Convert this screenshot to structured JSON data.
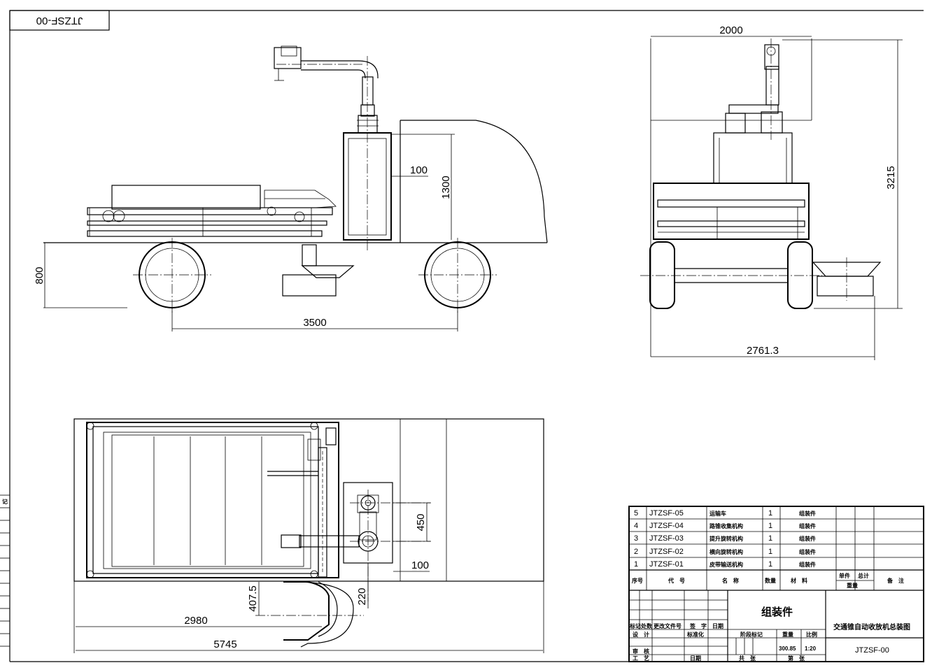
{
  "drawing": {
    "code_stamp": "JTZSF-00",
    "left_stub_label": "记"
  },
  "dimensions": {
    "front_offset": "100",
    "front_height": "1300",
    "front_axle_height": "800",
    "front_wheelbase": "3500",
    "side_width": "2000",
    "side_height": "3215",
    "side_overall_width": "2761.3",
    "top_offset_y": "450",
    "top_offset_x": "100",
    "top_gap": "220",
    "top_radius": "407.5",
    "top_length_a": "2980",
    "top_length_total": "5745"
  },
  "bom": {
    "rows": [
      {
        "no": "5",
        "code": "JTZSF-05",
        "name": "运输车",
        "qty": "1",
        "material": "组装件"
      },
      {
        "no": "4",
        "code": "JTZSF-04",
        "name": "路锥收集机构",
        "qty": "1",
        "material": "组装件"
      },
      {
        "no": "3",
        "code": "JTZSF-03",
        "name": "提升旋转机构",
        "qty": "1",
        "material": "组装件"
      },
      {
        "no": "2",
        "code": "JTZSF-02",
        "name": "横向旋转机构",
        "qty": "1",
        "material": "组装件"
      },
      {
        "no": "1",
        "code": "JTZSF-01",
        "name": "皮带输送机构",
        "qty": "1",
        "material": "组装件"
      }
    ],
    "headers": {
      "no": "序号",
      "code": "代　号",
      "name": "名　称",
      "qty": "数量",
      "material": "材　料",
      "unit_weight": "单件",
      "total_weight": "总计",
      "weight": "重量",
      "remark": "备　注"
    }
  },
  "title_block": {
    "type": "组装件",
    "title": "交通锥自动收放机总装图",
    "code": "JTZSF-00",
    "mass": "300.85",
    "scale": "1:20",
    "labels": {
      "mark": "标记",
      "count": "处数",
      "change_doc": "更改文件号",
      "signature": "签　字",
      "date": "日期",
      "design": "设　计",
      "standardize": "标准化",
      "stage_mark": "阶段标记",
      "weight": "重量",
      "ratio": "比例",
      "check": "审　核",
      "process": "工　艺",
      "date2": "日期",
      "total": "共　张",
      "sheet": "第　张"
    }
  }
}
